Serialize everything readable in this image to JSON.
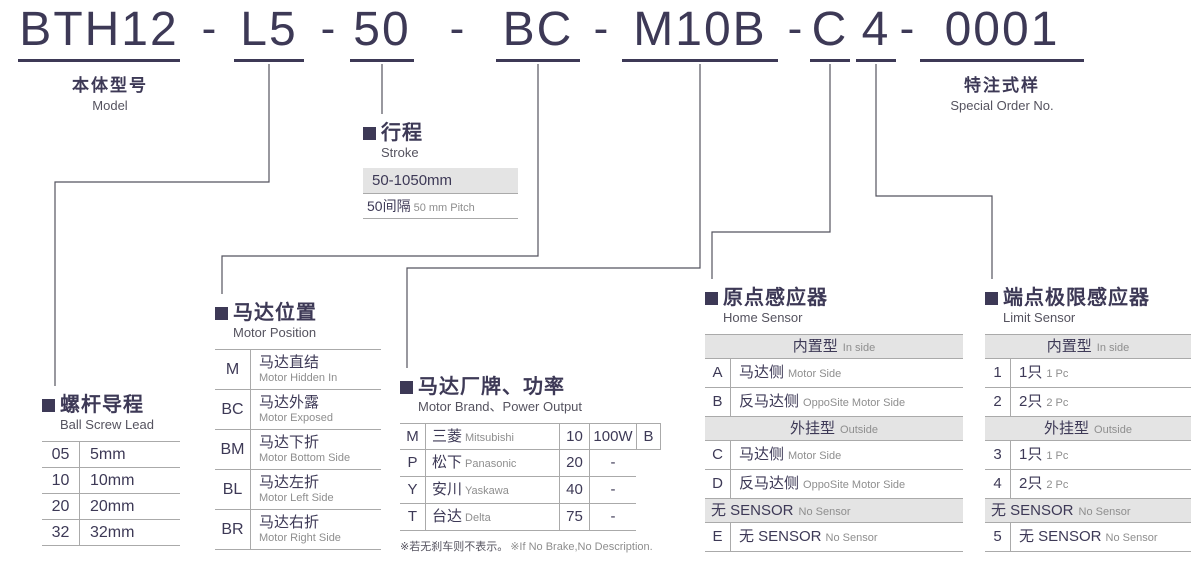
{
  "colors": {
    "ink": "#3d3956",
    "subtitle": "#55535f",
    "muted": "#8e8e8e",
    "table_line": "#aaaaaa",
    "row_shade": "#e4e4e4"
  },
  "model_code": {
    "separator": "-",
    "segments": {
      "body": "BTH12",
      "lead": "L5",
      "stroke": "50",
      "motor_position": "BC",
      "motor": "M10B",
      "home_sensor": "C",
      "limit_sensor": "4",
      "special": "0001"
    }
  },
  "model_label": {
    "zh": "本体型号",
    "en": "Model"
  },
  "special_label": {
    "zh": "特注式样",
    "en": "Special Order No."
  },
  "stroke": {
    "title_zh": "行程",
    "title_en": "Stroke",
    "range": "50-1050mm",
    "pitch_zh": "50间隔",
    "pitch_en": "50 mm Pitch"
  },
  "ball_screw": {
    "title_zh": "螺杆导程",
    "title_en": "Ball Screw Lead",
    "rows": [
      {
        "code": "05",
        "value": "5mm"
      },
      {
        "code": "10",
        "value": "10mm"
      },
      {
        "code": "20",
        "value": "20mm"
      },
      {
        "code": "32",
        "value": "32mm"
      }
    ]
  },
  "motor_position": {
    "title_zh": "马达位置",
    "title_en": "Motor Position",
    "rows": [
      {
        "code": "M",
        "zh": "马达直结",
        "en": "Motor Hidden In"
      },
      {
        "code": "BC",
        "zh": "马达外露",
        "en": "Motor Exposed"
      },
      {
        "code": "BM",
        "zh": "马达下折",
        "en": "Motor Bottom Side"
      },
      {
        "code": "BL",
        "zh": "马达左折",
        "en": "Motor Left Side"
      },
      {
        "code": "BR",
        "zh": "马达右折",
        "en": "Motor Right Side"
      }
    ]
  },
  "motor_brand": {
    "title_zh": "马达厂牌、功率",
    "title_en": "Motor Brand、Power Output",
    "rows": [
      {
        "code": "M",
        "zh": "三菱",
        "en": "Mitsubishi",
        "power_code": "10",
        "power": "100W",
        "brake": "B"
      },
      {
        "code": "P",
        "zh": "松下",
        "en": "Panasonic",
        "power_code": "20",
        "power": "-",
        "brake": ""
      },
      {
        "code": "Y",
        "zh": "安川",
        "en": "Yaskawa",
        "power_code": "40",
        "power": "-",
        "brake": ""
      },
      {
        "code": "T",
        "zh": "台达",
        "en": "Delta",
        "power_code": "75",
        "power": "-",
        "brake": ""
      }
    ],
    "footnote_zh": "※若无刹车则不表示。",
    "footnote_en": "※If No Brake,No Description."
  },
  "home_sensor": {
    "title_zh": "原点感应器",
    "title_en": "Home Sensor",
    "groups": [
      {
        "header_zh": "内置型",
        "header_en": "In side",
        "rows": [
          {
            "code": "A",
            "zh": "马达侧",
            "en": "Motor Side"
          },
          {
            "code": "B",
            "zh": "反马达侧",
            "en": "OppoSite Motor Side"
          }
        ]
      },
      {
        "header_zh": "外挂型",
        "header_en": "Outside",
        "rows": [
          {
            "code": "C",
            "zh": "马达侧",
            "en": "Motor Side"
          },
          {
            "code": "D",
            "zh": "反马达侧",
            "en": "OppoSite Motor Side"
          }
        ]
      },
      {
        "header_zh": "无 SENSOR",
        "header_en": "No Sensor",
        "rows": [
          {
            "code": "E",
            "zh": "无 SENSOR",
            "en": "No Sensor"
          }
        ]
      }
    ]
  },
  "limit_sensor": {
    "title_zh": "端点极限感应器",
    "title_en": "Limit Sensor",
    "groups": [
      {
        "header_zh": "内置型",
        "header_en": "In side",
        "rows": [
          {
            "code": "1",
            "zh": "1只",
            "en": "1 Pc"
          },
          {
            "code": "2",
            "zh": "2只",
            "en": "2 Pc"
          }
        ]
      },
      {
        "header_zh": "外挂型",
        "header_en": "Outside",
        "rows": [
          {
            "code": "3",
            "zh": "1只",
            "en": "1 Pc"
          },
          {
            "code": "4",
            "zh": "2只",
            "en": "2 Pc"
          }
        ]
      },
      {
        "header_zh": "无 SENSOR",
        "header_en": "No Sensor",
        "rows": [
          {
            "code": "5",
            "zh": "无 SENSOR",
            "en": "No Sensor"
          }
        ]
      }
    ]
  }
}
